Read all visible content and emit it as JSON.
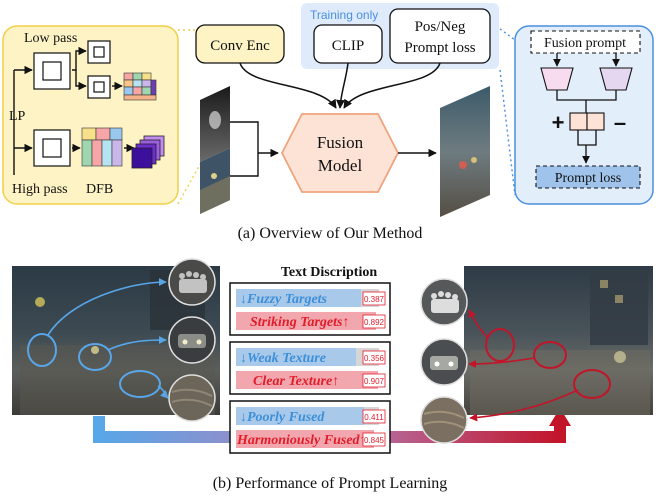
{
  "overview": {
    "caption": "(a) Overview of Our Method",
    "decomposition": {
      "low_pass_label": "Low pass",
      "lp_label": "LP",
      "high_pass_label": "High pass",
      "dfb_label": "DFB"
    },
    "conv_enc_label": "Conv Enc",
    "training_only_label": "Training only",
    "clip_label": "CLIP",
    "pos_neg_label_line1": "Pos/Neg",
    "pos_neg_label_line2": "Prompt loss",
    "fusion_model_line1": "Fusion",
    "fusion_model_line2": "Model",
    "prompt_panel": {
      "fusion_prompt_label": "Fusion prompt",
      "plus_sign": "+",
      "minus_sign": "–",
      "prompt_loss_label": "Prompt loss"
    },
    "colors": {
      "yellow_panel": "#fdf3c4",
      "yellow_border": "#f2cf49",
      "blue_panel": "#e3eefb",
      "blue_border": "#4a8fe0",
      "fusion_hexagon": "#fde2d6",
      "fusion_border": "#f0a47d",
      "pink_box": "#f7dcef",
      "lavender_box": "#e4d7ef"
    }
  },
  "performance": {
    "caption": "(b) Performance of Prompt Learning",
    "text_description_title": "Text Discription",
    "pairs": [
      {
        "negative_text": "↓Fuzzy Targets",
        "negative_score": "0.387",
        "positive_text": "Striking Targets↑",
        "positive_score": "0.892"
      },
      {
        "negative_text": "↓Weak Texture",
        "negative_score": "0.356",
        "positive_text": "Clear Texture↑",
        "positive_score": "0.907"
      },
      {
        "negative_text": "↓Poorly Fused",
        "negative_score": "0.411",
        "positive_text": "Harmoniously Fused↑",
        "positive_score": "0.845"
      }
    ],
    "colors": {
      "negative_text": "#3c8fd8",
      "positive_text": "#e11d2a",
      "negative_bar": "#a9c9ea",
      "positive_bar": "#f2a7ae",
      "arrow_left": "#58a6e8",
      "arrow_right": "#c2152a"
    }
  }
}
